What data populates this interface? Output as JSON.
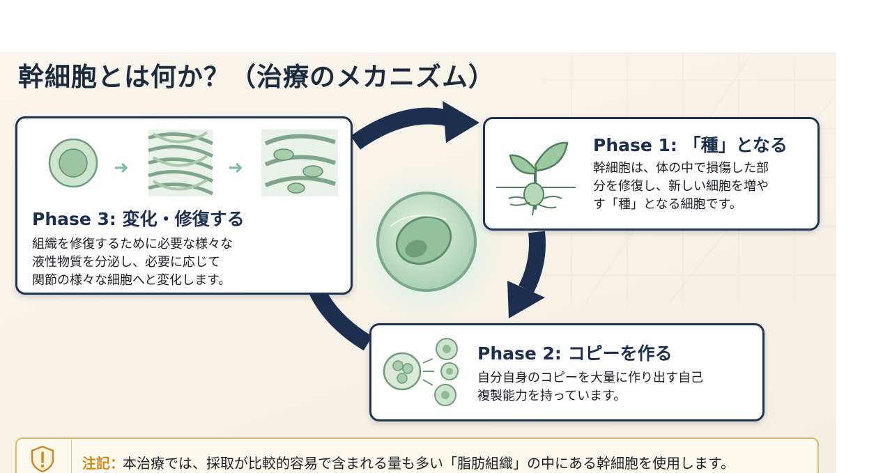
{
  "title": "幹細胞とは何か？（治療のメカニズム）",
  "phases": [
    {
      "heading": "Phase 1: 「種」となる",
      "body": "幹細胞は、体の中で損傷した部\n分を修復し、新しい細胞を増や\nす「種」となる細胞です。",
      "illustration": "sprout-icon"
    },
    {
      "heading": "Phase 2: コピーを作る",
      "body": "自分自身のコピーを大量に作り出す自己\n複製能力を持っています。",
      "illustration": "cell-division-icon"
    },
    {
      "heading": "Phase 3: 変化・修復する",
      "body": "組織を修復するために必要な様々な\n液性物質を分泌し、必要に応じて\n関節の様々な細胞へと変化します。",
      "illustration": "cell-to-tissue-icon"
    }
  ],
  "note": {
    "label": "注記：",
    "text": "本治療では、採取が比較的容易で含まれる量も多い「脂肪組織」の中にある幹細胞を使用します。",
    "icon": "shield-exclamation-icon"
  },
  "colors": {
    "card_border": "#1f3350",
    "accent_navy": "#1c2f4e",
    "cell_green": "#8dbf93",
    "note_label": "#d08a1c",
    "note_border": "#e0b866",
    "glow_teal": "#9fdad3"
  }
}
